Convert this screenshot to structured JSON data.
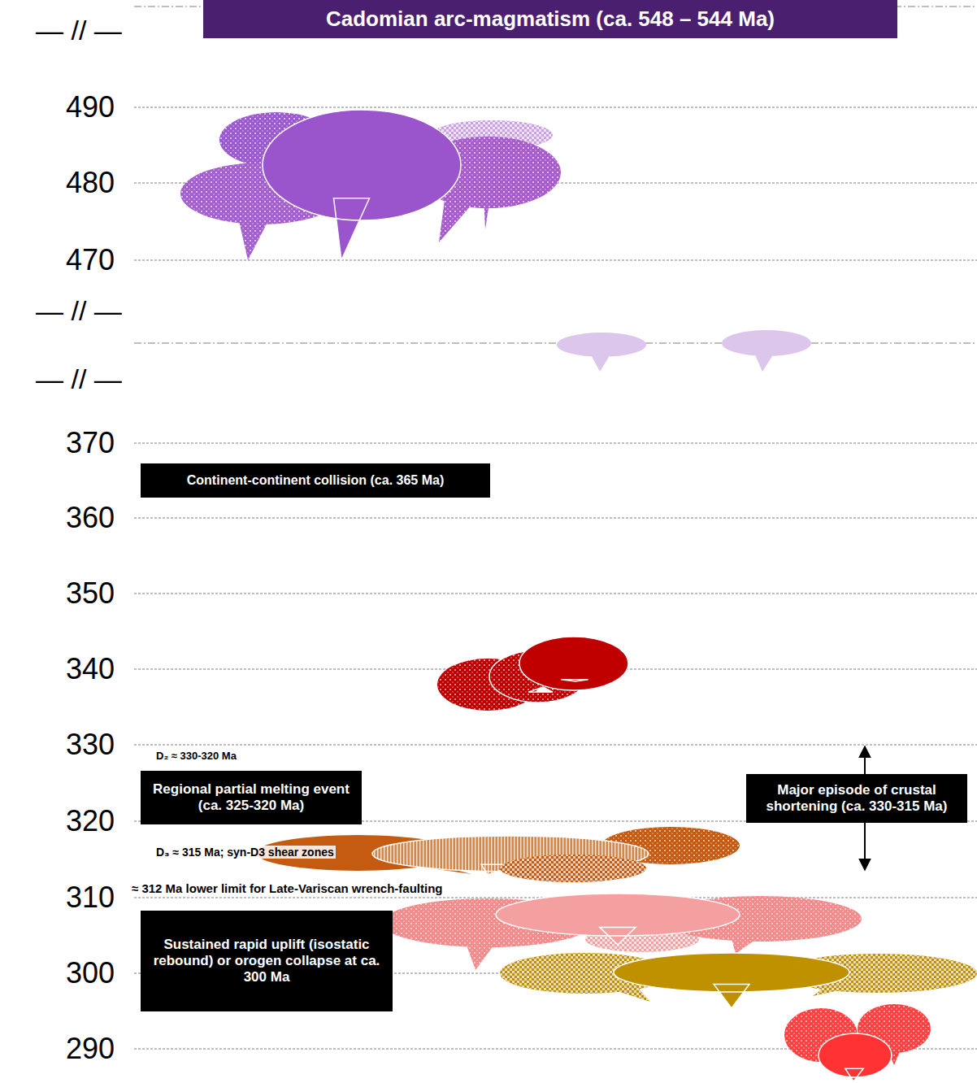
{
  "diagram": {
    "title": "Cadomian arc-magmatism (ca. 548 – 544 Ma)",
    "nodes": [
      {
        "text": [
          "Continent-continent collision (ca. 365 Ma)"
        ]
      },
      {
        "text": [
          "Regional partial melting event (ca. 325-320 Ma)"
        ]
      },
      {
        "text": [
          "Major episode of crustal shortening (ca. 330-315 Ma)"
        ]
      },
      {
        "text": [
          "Sustained rapid uplift (isostatic rebound) or orogen collapse at ca. 300 Ma"
        ]
      }
    ],
    "labels": [
      "— // —",
      "490",
      "480",
      "470",
      "— // —",
      "— // —",
      "370",
      "360",
      "350",
      "340",
      "330",
      "D₂ ≈ 330-320 Ma",
      "320",
      "D₃ ≈ 315 Ma; syn-D3 shear zones",
      "310",
      "≈ 312 Ma lower limit for Late-Variscan wrench-faulting",
      "300",
      "290"
    ]
  }
}
